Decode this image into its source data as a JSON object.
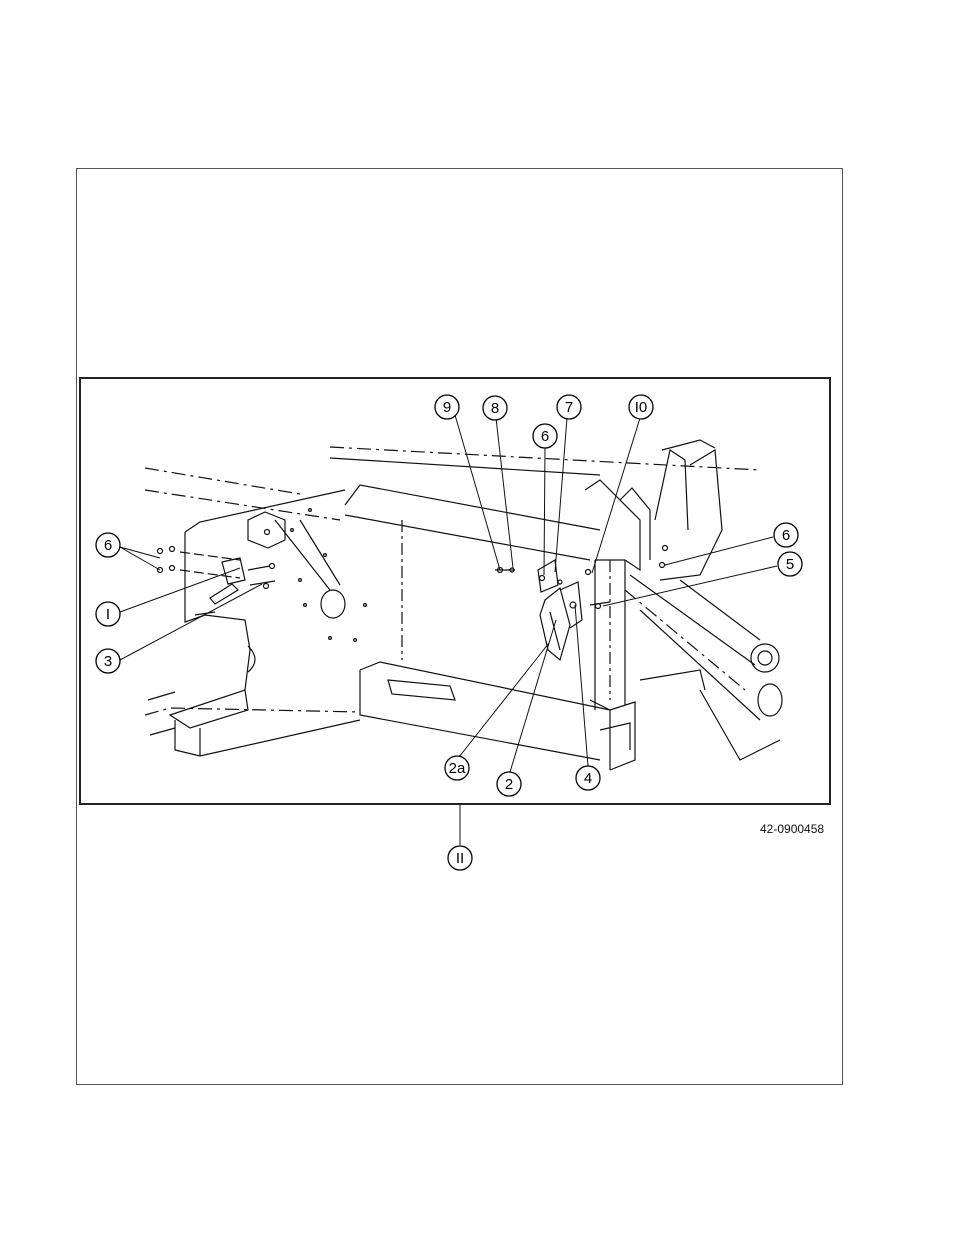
{
  "figure": {
    "drawing_number": "42-0900458",
    "callouts": {
      "c1": "I",
      "c2": "2",
      "c2a": "2a",
      "c3": "3",
      "c4": "4",
      "c5": "5",
      "c6_left": "6",
      "c6_mid": "6",
      "c6_right": "6",
      "c7": "7",
      "c8": "8",
      "c9": "9",
      "c10": "I0",
      "c11": "II"
    }
  }
}
